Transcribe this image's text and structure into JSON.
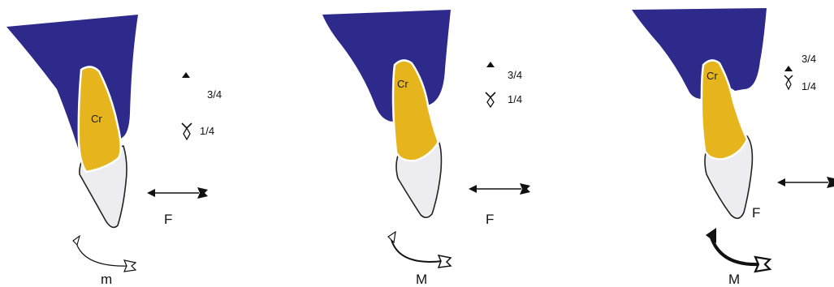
{
  "colors": {
    "bone": "#2E2A8C",
    "crown_root": "#E6B51E",
    "tooth_white": "#EDEDF1",
    "outline": "#111111"
  },
  "panels": [
    {
      "crown_label": "Cr",
      "ratio_upper": "3/4",
      "ratio_lower": "1/4",
      "force_label": "F",
      "moment_label": "m",
      "moment_style": "thin",
      "arrow_icon": "force-arrow-icon",
      "moment_icon": "curved-moment-arrow-icon"
    },
    {
      "crown_label": "Cr",
      "ratio_upper": "3/4",
      "ratio_lower": "1/4",
      "force_label": "F",
      "moment_label": "M",
      "moment_style": "medium",
      "arrow_icon": "force-arrow-icon",
      "moment_icon": "curved-moment-arrow-icon"
    },
    {
      "crown_label": "Cr",
      "ratio_upper": "3/4",
      "ratio_lower": "1/4",
      "force_label": "F",
      "moment_label": "M",
      "moment_style": "thick",
      "arrow_icon": "force-arrow-icon",
      "moment_icon": "curved-moment-arrow-icon"
    }
  ]
}
